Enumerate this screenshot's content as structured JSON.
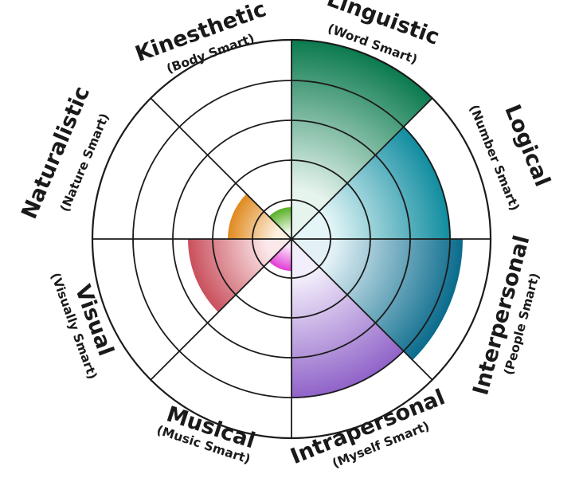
{
  "chart_data": {
    "type": "radial-bar",
    "ring_max": 5,
    "segments": [
      {
        "key": "linguistic",
        "title": "Linguistic",
        "subtitle": "(Word Smart)",
        "value": 5,
        "color_outer": "#0b7a4e",
        "color_inner": "#e6f4ee"
      },
      {
        "key": "logical",
        "title": "Logical",
        "subtitle": "(Number Smart)",
        "value": 4,
        "color_outer": "#0f8c9f",
        "color_inner": "#e4f6f8"
      },
      {
        "key": "interpersonal",
        "title": "Interpersonal",
        "subtitle": "(People Smart)",
        "value": 4.3,
        "color_outer": "#0a6b8c",
        "color_inner": "#e3f1f6"
      },
      {
        "key": "intrapersonal",
        "title": "Intrapersonal",
        "subtitle": "(Myself Smart)",
        "value": 4,
        "color_outer": "#8f62c8",
        "color_inner": "#f3eefb"
      },
      {
        "key": "musical",
        "title": "Musical",
        "subtitle": "(Music Smart)",
        "value": 0.8,
        "color_outer": "#e23cd6",
        "color_inner": "#fde8fb"
      },
      {
        "key": "visual",
        "title": "Visual",
        "subtitle": "(Visually Smart)",
        "value": 2.6,
        "color_outer": "#c9505c",
        "color_inner": "#fbe8ea"
      },
      {
        "key": "naturalistic",
        "title": "Naturalistic",
        "subtitle": "(Nature Smart)",
        "value": 1.6,
        "color_outer": "#e08a1e",
        "color_inner": "#fdf0e0"
      },
      {
        "key": "kinesthetic",
        "title": "Kinesthetic",
        "subtitle": "(Body Smart)",
        "value": 0.8,
        "color_outer": "#56b024",
        "color_inner": "#eef8e6"
      }
    ]
  }
}
